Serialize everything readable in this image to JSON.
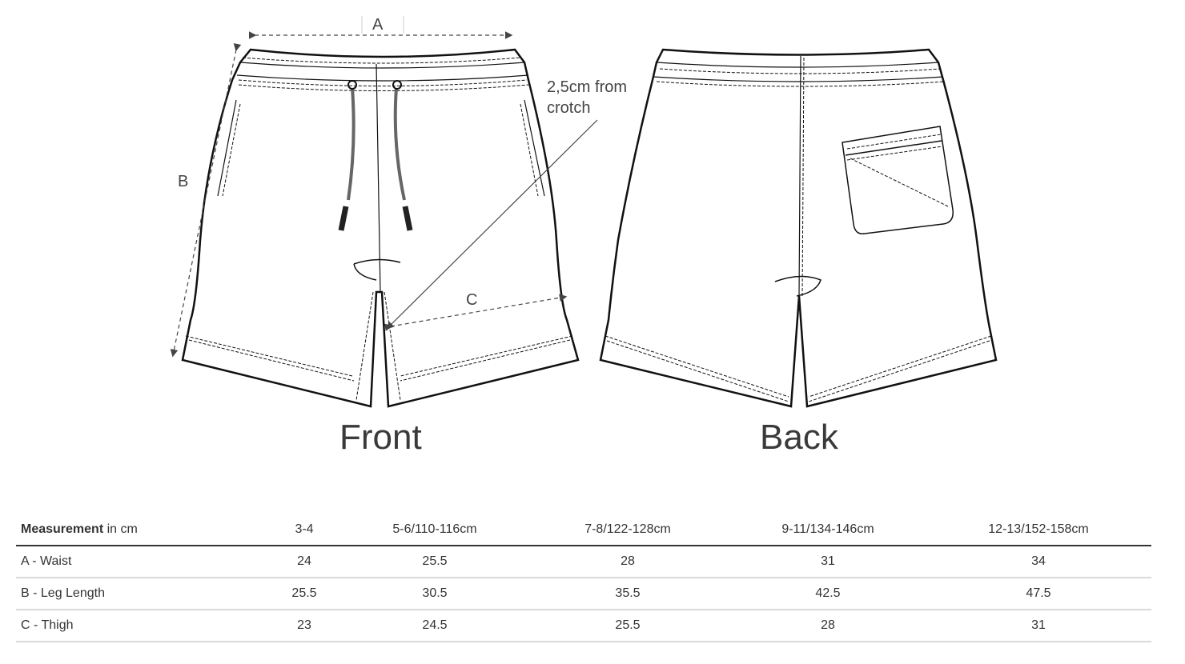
{
  "diagram": {
    "labels": {
      "a": "A",
      "b": "B",
      "c": "C"
    },
    "note_line1": "2,5cm from",
    "note_line2": "crotch",
    "front_title": "Front",
    "back_title": "Back"
  },
  "table": {
    "header_bold": "Measurement",
    "header_rest": " in cm",
    "sizes": [
      "3-4",
      "5-6/110-116cm",
      "7-8/122-128cm",
      "9-11/134-146cm",
      "12-13/152-158cm"
    ],
    "rows": [
      {
        "label": "A - Waist",
        "values": [
          "24",
          "25.5",
          "28",
          "31",
          "34"
        ]
      },
      {
        "label": "B - Leg Length",
        "values": [
          "25.5",
          "30.5",
          "35.5",
          "42.5",
          "47.5"
        ]
      },
      {
        "label": "C - Thigh",
        "values": [
          "23",
          "24.5",
          "25.5",
          "28",
          "31"
        ]
      }
    ]
  }
}
